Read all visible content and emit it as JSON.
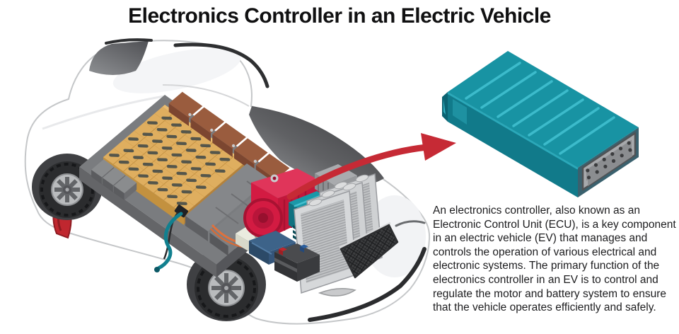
{
  "title": "Electronics Controller in an Electric Vehicle",
  "description": "An electronics controller, also known as an\nElectronic Control Unit (ECU), is a key component\nin an electric vehicle (EV) that manages and\ncontrols the operation of various electrical and\nelectronic systems. The primary function of the\nelectronics controller in an EV is to control and\nregulate the motor and battery system to ensure\nthat the vehicle operates efficiently and safely.",
  "illustration": {
    "scene": "Cutaway white electric vehicle showing battery pack, modules, motor, inverter, radiator and auxiliary battery",
    "callout_target": "electronics controller (ECU) enlarged with connector port",
    "components": [
      "car body",
      "battery pack cells",
      "battery modules",
      "electric motor",
      "inverter",
      "radiator",
      "auxiliary 12V battery",
      "onboard charger",
      "charging cable",
      "ECU controller box"
    ]
  },
  "colors": {
    "arrow_red": "#c62a35",
    "controller_teal": "#1893a3",
    "controller_ridge": "#3cbbcb",
    "controller_side": "#117a8a",
    "controller_end": "#0b6372",
    "connector_gray": "#a7a9ac",
    "battery_cell_tan": "#dfae5f",
    "battery_module_brown": "#9a5c3e",
    "motor_red": "#d31b42",
    "inverter_teal": "#1b98a8",
    "car_body_white": "#ffffff",
    "tire_black": "#2b2c2e"
  }
}
